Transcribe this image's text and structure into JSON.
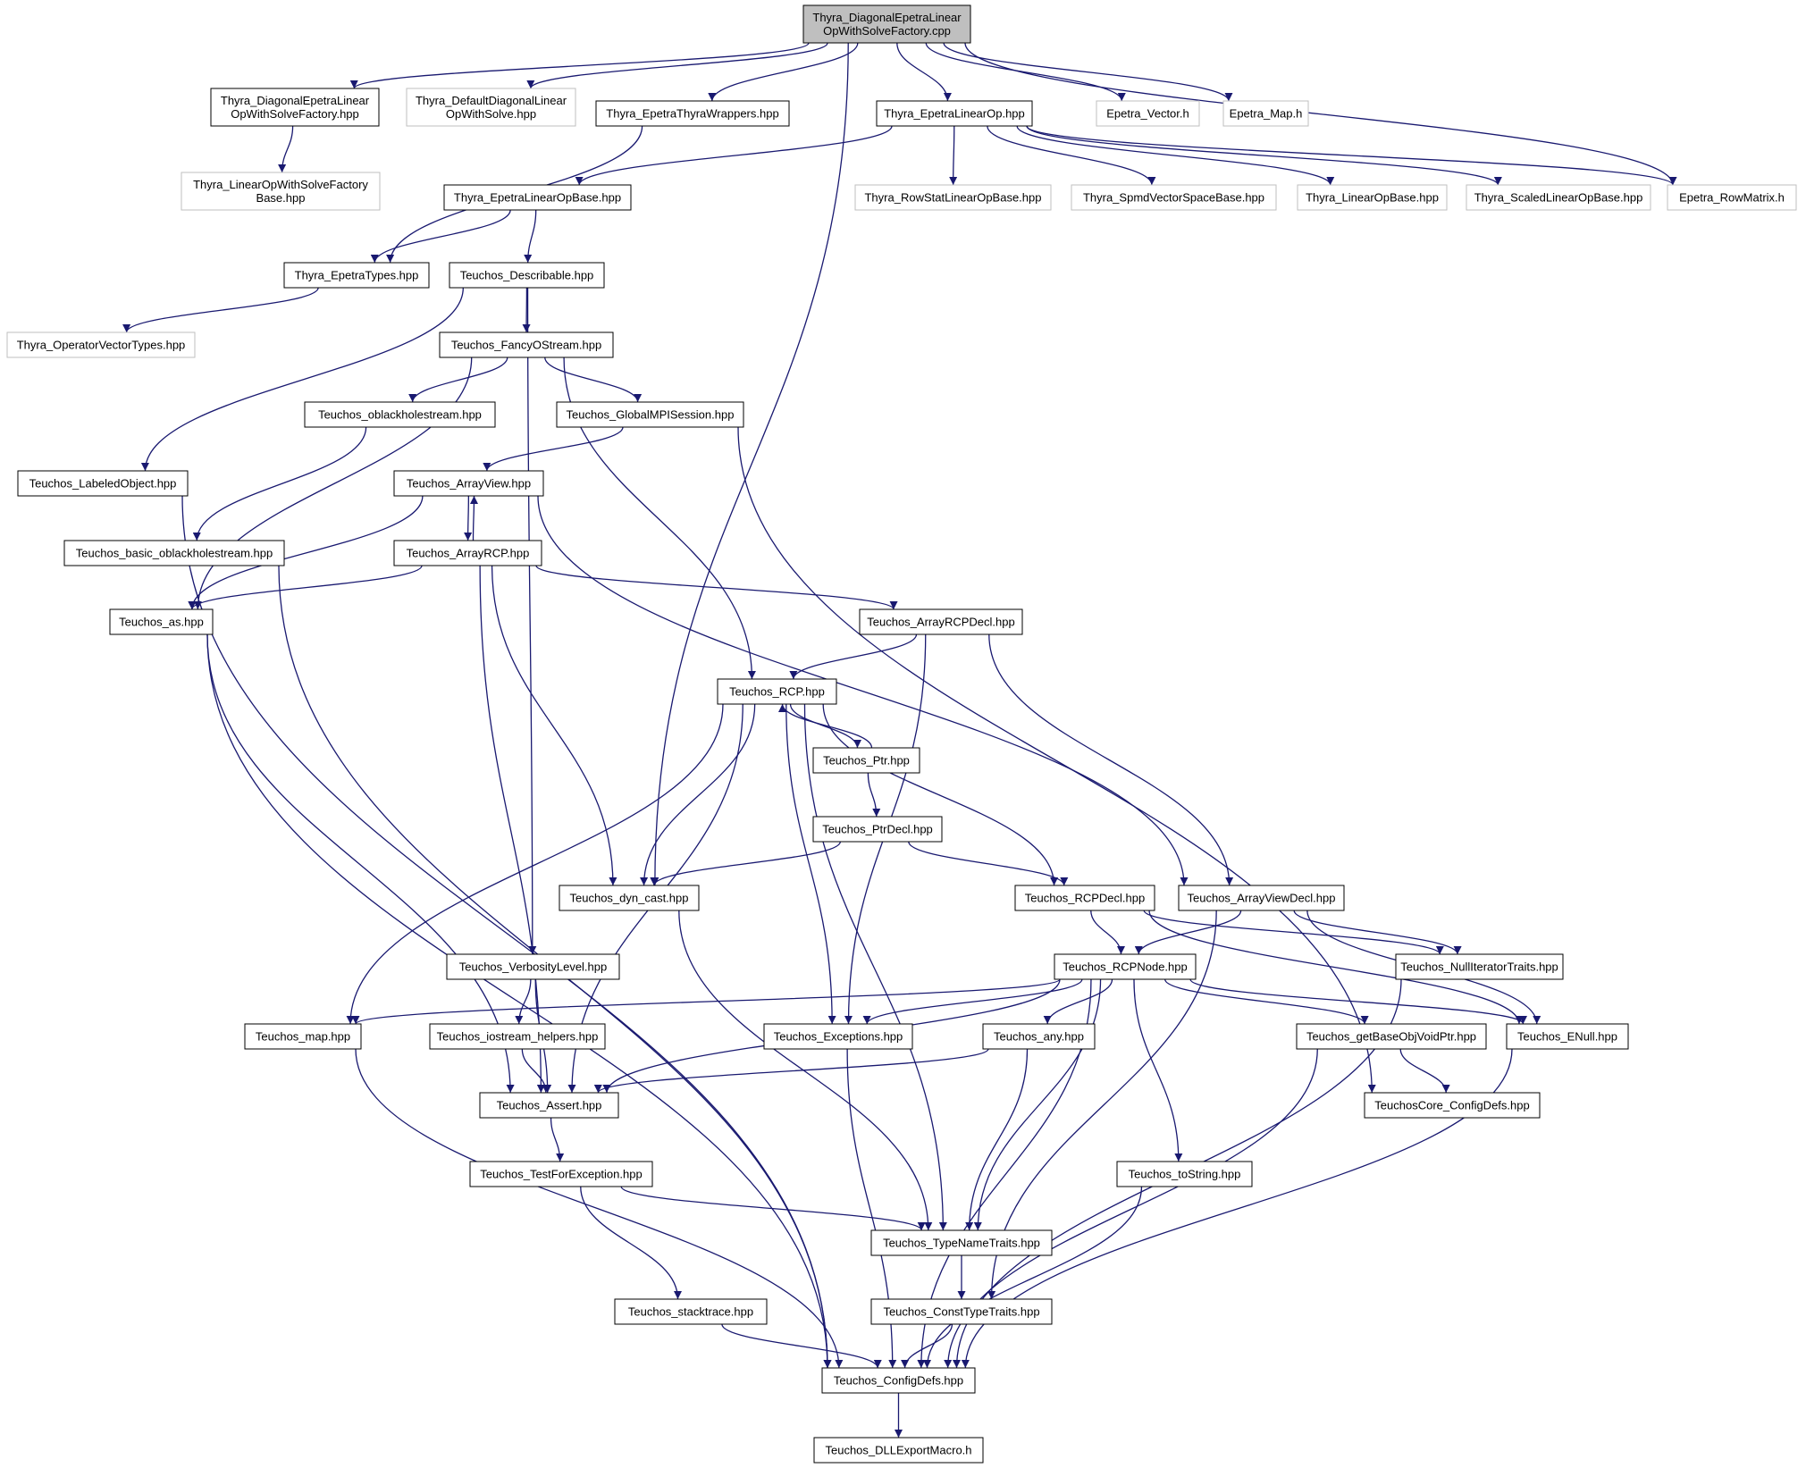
{
  "colors": {
    "edge": "#191970",
    "node_border_linked": "#000000",
    "node_border_external": "#bfbfbf",
    "root_fill": "#bfbfbf",
    "node_fill": "#ffffff"
  },
  "nodes": [
    {
      "id": "root",
      "lines": [
        "Thyra_DiagonalEpetraLinear",
        "OpWithSolveFactory.cpp"
      ],
      "style": "root"
    },
    {
      "id": "diagfacthpp",
      "lines": [
        "Thyra_DiagonalEpetraLinear",
        "OpWithSolveFactory.hpp"
      ],
      "style": "linked"
    },
    {
      "id": "defdiag",
      "lines": [
        "Thyra_DefaultDiagonalLinear",
        "OpWithSolve.hpp"
      ],
      "style": "external"
    },
    {
      "id": "thyrawrap",
      "lines": [
        "Thyra_EpetraThyraWrappers.hpp"
      ],
      "style": "linked"
    },
    {
      "id": "epetralinop",
      "lines": [
        "Thyra_EpetraLinearOp.hpp"
      ],
      "style": "linked"
    },
    {
      "id": "epvector",
      "lines": [
        "Epetra_Vector.h"
      ],
      "style": "external"
    },
    {
      "id": "epmap",
      "lines": [
        "Epetra_Map.h"
      ],
      "style": "external"
    },
    {
      "id": "lowsfb",
      "lines": [
        "Thyra_LinearOpWithSolveFactory",
        "Base.hpp"
      ],
      "style": "external"
    },
    {
      "id": "epetralinopbase",
      "lines": [
        "Thyra_EpetraLinearOpBase.hpp"
      ],
      "style": "linked"
    },
    {
      "id": "rowstat",
      "lines": [
        "Thyra_RowStatLinearOpBase.hpp"
      ],
      "style": "external"
    },
    {
      "id": "spmd",
      "lines": [
        "Thyra_SpmdVectorSpaceBase.hpp"
      ],
      "style": "external"
    },
    {
      "id": "linopbase",
      "lines": [
        "Thyra_LinearOpBase.hpp"
      ],
      "style": "external"
    },
    {
      "id": "scaled",
      "lines": [
        "Thyra_ScaledLinearOpBase.hpp"
      ],
      "style": "external"
    },
    {
      "id": "rowmatrix",
      "lines": [
        "Epetra_RowMatrix.h"
      ],
      "style": "external"
    },
    {
      "id": "epetratypes",
      "lines": [
        "Thyra_EpetraTypes.hpp"
      ],
      "style": "linked"
    },
    {
      "id": "describable",
      "lines": [
        "Teuchos_Describable.hpp"
      ],
      "style": "linked"
    },
    {
      "id": "opvectypes",
      "lines": [
        "Thyra_OperatorVectorTypes.hpp"
      ],
      "style": "external"
    },
    {
      "id": "fancy",
      "lines": [
        "Teuchos_FancyOStream.hpp"
      ],
      "style": "linked"
    },
    {
      "id": "oblack",
      "lines": [
        "Teuchos_oblackholestream.hpp"
      ],
      "style": "linked"
    },
    {
      "id": "globalmpi",
      "lines": [
        "Teuchos_GlobalMPISession.hpp"
      ],
      "style": "linked"
    },
    {
      "id": "labeled",
      "lines": [
        "Teuchos_LabeledObject.hpp"
      ],
      "style": "linked"
    },
    {
      "id": "arrayview",
      "lines": [
        "Teuchos_ArrayView.hpp"
      ],
      "style": "linked"
    },
    {
      "id": "basicoblack",
      "lines": [
        "Teuchos_basic_oblackholestream.hpp"
      ],
      "style": "linked"
    },
    {
      "id": "arrayrcp",
      "lines": [
        "Teuchos_ArrayRCP.hpp"
      ],
      "style": "linked"
    },
    {
      "id": "as",
      "lines": [
        "Teuchos_as.hpp"
      ],
      "style": "linked"
    },
    {
      "id": "arrayrcpdecl",
      "lines": [
        "Teuchos_ArrayRCPDecl.hpp"
      ],
      "style": "linked"
    },
    {
      "id": "rcp",
      "lines": [
        "Teuchos_RCP.hpp"
      ],
      "style": "linked"
    },
    {
      "id": "ptr",
      "lines": [
        "Teuchos_Ptr.hpp"
      ],
      "style": "linked"
    },
    {
      "id": "ptrdecl",
      "lines": [
        "Teuchos_PtrDecl.hpp"
      ],
      "style": "linked"
    },
    {
      "id": "dyncast",
      "lines": [
        "Teuchos_dyn_cast.hpp"
      ],
      "style": "linked"
    },
    {
      "id": "rcpdecl",
      "lines": [
        "Teuchos_RCPDecl.hpp"
      ],
      "style": "linked"
    },
    {
      "id": "arrayviewdecl",
      "lines": [
        "Teuchos_ArrayViewDecl.hpp"
      ],
      "style": "linked"
    },
    {
      "id": "verbosity",
      "lines": [
        "Teuchos_VerbosityLevel.hpp"
      ],
      "style": "linked"
    },
    {
      "id": "rcpnode",
      "lines": [
        "Teuchos_RCPNode.hpp"
      ],
      "style": "linked"
    },
    {
      "id": "nulliter",
      "lines": [
        "Teuchos_NullIteratorTraits.hpp"
      ],
      "style": "linked"
    },
    {
      "id": "map",
      "lines": [
        "Teuchos_map.hpp"
      ],
      "style": "linked"
    },
    {
      "id": "iostreamhelp",
      "lines": [
        "Teuchos_iostream_helpers.hpp"
      ],
      "style": "linked"
    },
    {
      "id": "exceptions",
      "lines": [
        "Teuchos_Exceptions.hpp"
      ],
      "style": "linked"
    },
    {
      "id": "any",
      "lines": [
        "Teuchos_any.hpp"
      ],
      "style": "linked"
    },
    {
      "id": "getbase",
      "lines": [
        "Teuchos_getBaseObjVoidPtr.hpp"
      ],
      "style": "linked"
    },
    {
      "id": "enull",
      "lines": [
        "Teuchos_ENull.hpp"
      ],
      "style": "linked"
    },
    {
      "id": "assert",
      "lines": [
        "Teuchos_Assert.hpp"
      ],
      "style": "linked"
    },
    {
      "id": "coreconfig",
      "lines": [
        "TeuchosCore_ConfigDefs.hpp"
      ],
      "style": "linked"
    },
    {
      "id": "testforexc",
      "lines": [
        "Teuchos_TestForException.hpp"
      ],
      "style": "linked"
    },
    {
      "id": "tostring",
      "lines": [
        "Teuchos_toString.hpp"
      ],
      "style": "linked"
    },
    {
      "id": "typename",
      "lines": [
        "Teuchos_TypeNameTraits.hpp"
      ],
      "style": "linked"
    },
    {
      "id": "stacktrace",
      "lines": [
        "Teuchos_stacktrace.hpp"
      ],
      "style": "linked"
    },
    {
      "id": "consttype",
      "lines": [
        "Teuchos_ConstTypeTraits.hpp"
      ],
      "style": "linked"
    },
    {
      "id": "configdefs",
      "lines": [
        "Teuchos_ConfigDefs.hpp"
      ],
      "style": "linked"
    },
    {
      "id": "dllexport",
      "lines": [
        "Teuchos_DLLExportMacro.h"
      ],
      "style": "linked"
    }
  ],
  "edges": [
    [
      "root",
      "diagfacthpp"
    ],
    [
      "root",
      "defdiag"
    ],
    [
      "root",
      "thyrawrap"
    ],
    [
      "root",
      "epetralinop"
    ],
    [
      "root",
      "epvector"
    ],
    [
      "root",
      "epmap"
    ],
    [
      "root",
      "rowmatrix"
    ],
    [
      "root",
      "dyncast"
    ],
    [
      "diagfacthpp",
      "lowsfb"
    ],
    [
      "thyrawrap",
      "epetratypes"
    ],
    [
      "epetralinop",
      "epetralinopbase"
    ],
    [
      "epetralinop",
      "rowstat"
    ],
    [
      "epetralinop",
      "spmd"
    ],
    [
      "epetralinop",
      "linopbase"
    ],
    [
      "epetralinop",
      "scaled"
    ],
    [
      "epetralinop",
      "rowmatrix"
    ],
    [
      "epetralinopbase",
      "epetratypes"
    ],
    [
      "epetralinopbase",
      "describable"
    ],
    [
      "epetratypes",
      "opvectypes"
    ],
    [
      "describable",
      "fancy"
    ],
    [
      "describable",
      "labeled"
    ],
    [
      "describable",
      "verbosity"
    ],
    [
      "fancy",
      "oblack"
    ],
    [
      "fancy",
      "globalmpi"
    ],
    [
      "fancy",
      "as"
    ],
    [
      "fancy",
      "rcp"
    ],
    [
      "oblack",
      "basicoblack"
    ],
    [
      "globalmpi",
      "arrayview"
    ],
    [
      "globalmpi",
      "coreconfig"
    ],
    [
      "labeled",
      "configdefs"
    ],
    [
      "arrayview",
      "arrayrcp"
    ],
    [
      "arrayview",
      "as"
    ],
    [
      "arrayview",
      "arrayviewdecl"
    ],
    [
      "arrayrcp",
      "arrayview"
    ],
    [
      "arrayrcp",
      "as"
    ],
    [
      "arrayrcp",
      "arrayrcpdecl"
    ],
    [
      "arrayrcp",
      "dyncast"
    ],
    [
      "arrayrcp",
      "assert"
    ],
    [
      "basicoblack",
      "configdefs"
    ],
    [
      "as",
      "assert"
    ],
    [
      "as",
      "configdefs"
    ],
    [
      "arrayrcpdecl",
      "rcp"
    ],
    [
      "arrayrcpdecl",
      "exceptions"
    ],
    [
      "arrayrcpdecl",
      "arrayviewdecl"
    ],
    [
      "rcp",
      "ptr"
    ],
    [
      "rcp",
      "dyncast"
    ],
    [
      "rcp",
      "rcpdecl"
    ],
    [
      "rcp",
      "map"
    ],
    [
      "rcp",
      "assert"
    ],
    [
      "rcp",
      "exceptions"
    ],
    [
      "rcp",
      "typename"
    ],
    [
      "ptr",
      "rcp"
    ],
    [
      "ptr",
      "ptrdecl"
    ],
    [
      "ptrdecl",
      "dyncast"
    ],
    [
      "ptrdecl",
      "rcpdecl"
    ],
    [
      "dyncast",
      "typename"
    ],
    [
      "rcpdecl",
      "rcpnode"
    ],
    [
      "rcpdecl",
      "nulliter"
    ],
    [
      "rcpdecl",
      "enull"
    ],
    [
      "arrayviewdecl",
      "rcpnode"
    ],
    [
      "arrayviewdecl",
      "nulliter"
    ],
    [
      "arrayviewdecl",
      "enull"
    ],
    [
      "arrayviewdecl",
      "consttype"
    ],
    [
      "verbosity",
      "iostreamhelp"
    ],
    [
      "verbosity",
      "assert"
    ],
    [
      "iostreamhelp",
      "assert"
    ],
    [
      "rcpnode",
      "map"
    ],
    [
      "rcpnode",
      "exceptions"
    ],
    [
      "rcpnode",
      "any"
    ],
    [
      "rcpnode",
      "getbase"
    ],
    [
      "rcpnode",
      "enull"
    ],
    [
      "rcpnode",
      "assert"
    ],
    [
      "rcpnode",
      "tostring"
    ],
    [
      "rcpnode",
      "typename"
    ],
    [
      "rcpnode",
      "configdefs"
    ],
    [
      "nulliter",
      "configdefs"
    ],
    [
      "map",
      "configdefs"
    ],
    [
      "exceptions",
      "configdefs"
    ],
    [
      "any",
      "assert"
    ],
    [
      "any",
      "typename"
    ],
    [
      "getbase",
      "coreconfig"
    ],
    [
      "getbase",
      "configdefs"
    ],
    [
      "enull",
      "configdefs"
    ],
    [
      "assert",
      "testforexc"
    ],
    [
      "testforexc",
      "typename"
    ],
    [
      "testforexc",
      "stacktrace"
    ],
    [
      "tostring",
      "configdefs"
    ],
    [
      "typename",
      "consttype"
    ],
    [
      "stacktrace",
      "configdefs"
    ],
    [
      "consttype",
      "configdefs"
    ],
    [
      "configdefs",
      "dllexport"
    ]
  ]
}
